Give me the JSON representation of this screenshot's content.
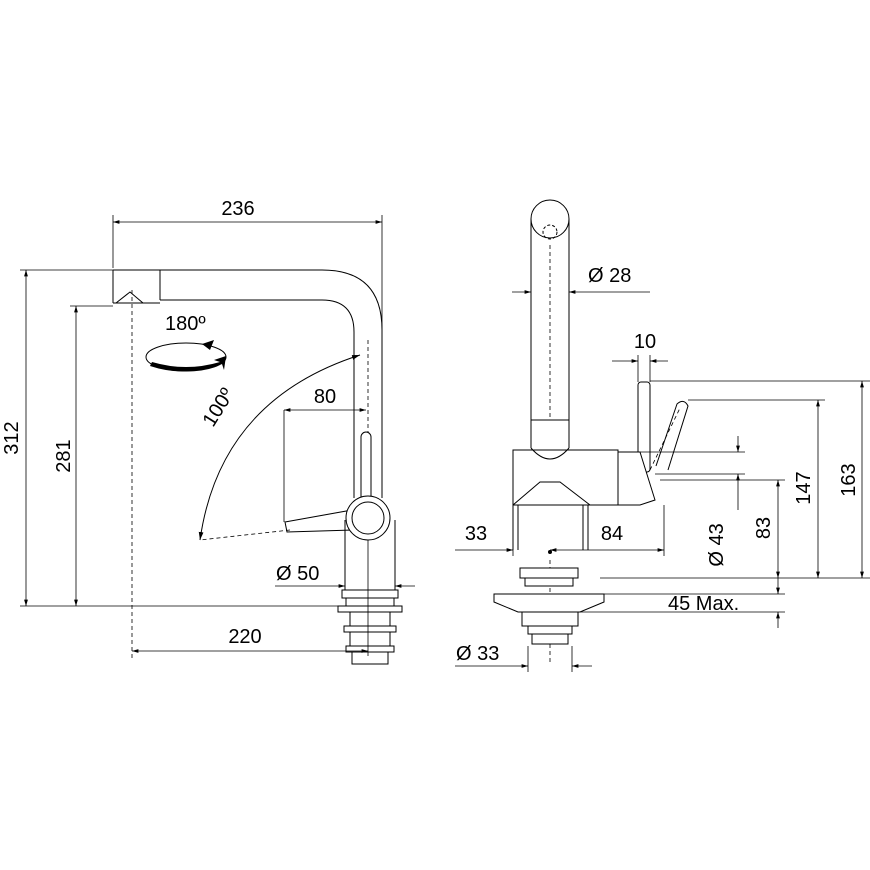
{
  "diagram": {
    "front_view": {
      "width_overall": "236",
      "height_overall": "312",
      "height_spout": "281",
      "swivel_angle": "180º",
      "lever_angle": "100º",
      "lever_reach": "80",
      "body_diameter": "Ø 50",
      "spout_reach": "220"
    },
    "side_view": {
      "spout_diameter": "Ø 28",
      "lever_width": "10",
      "dim_33": "33",
      "dim_84": "84",
      "base_diameter": "Ø 43",
      "height_83": "83",
      "height_147": "147",
      "height_163": "163",
      "sink_thickness": "45 Max.",
      "thread_diameter": "Ø 33"
    }
  }
}
